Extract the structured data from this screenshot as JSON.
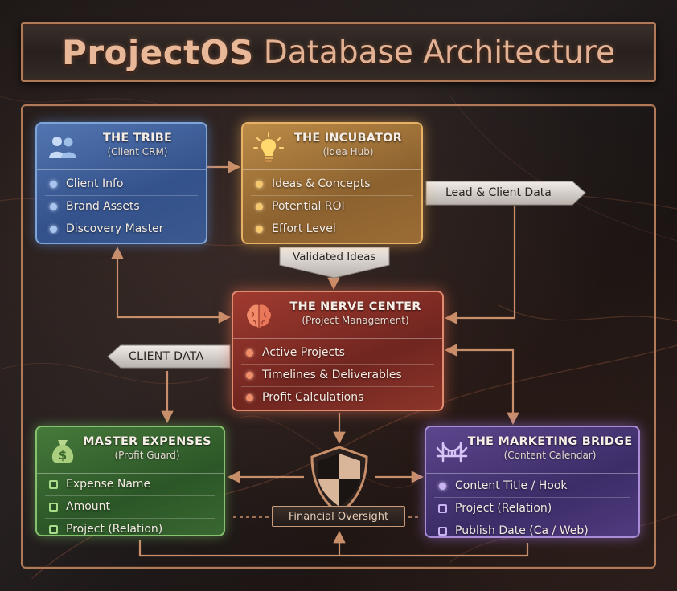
{
  "title": {
    "bold": "ProjectOS",
    "rest": "Database Architecture"
  },
  "cards": {
    "tribe": {
      "name": "THE TRIBE",
      "sub": "(Client CRM)",
      "items": [
        "Client Info",
        "Brand Assets",
        "Discovery Master"
      ]
    },
    "incubator": {
      "name": "THE INCUBATOR",
      "sub": "(idea Hub)",
      "items": [
        "Ideas & Concepts",
        "Potential ROI",
        "Effort Level"
      ]
    },
    "nerve": {
      "name": "THE NERVE CENTER",
      "sub": "(Project Management)",
      "items": [
        "Active Projects",
        "Timelines & Deliverables",
        "Profit Calculations"
      ]
    },
    "expenses": {
      "name": "MASTER EXPENSES",
      "sub": "(Profit Guard)",
      "items": [
        "Expense Name",
        "Amount",
        "Project (Relation)"
      ]
    },
    "bridge": {
      "name": "THE MARKETING BRIDGE",
      "sub": "(Content Calendar)",
      "items": [
        "Content Title / Hook",
        "Project (Relation)",
        "Publish Date (Ca / Web)"
      ]
    }
  },
  "labels": {
    "lead_client_data": "Lead & Client Data",
    "validated_ideas": "Validated Ideas",
    "client_data": "CLIENT DATA",
    "financial_oversight": "Financial Oversight"
  },
  "icons": {
    "tribe": "users-icon",
    "incubator": "lightbulb-icon",
    "nerve": "brain-icon",
    "expenses": "money-bag-icon",
    "bridge": "bridge-icon",
    "oversight": "shield-icon"
  },
  "colors": {
    "copper": "#b07a58",
    "tribe": "#6a92d0",
    "incubator": "#d59e54",
    "nerve": "#b04a3c",
    "expenses": "#5a9a4a",
    "bridge": "#7a5fb6"
  }
}
